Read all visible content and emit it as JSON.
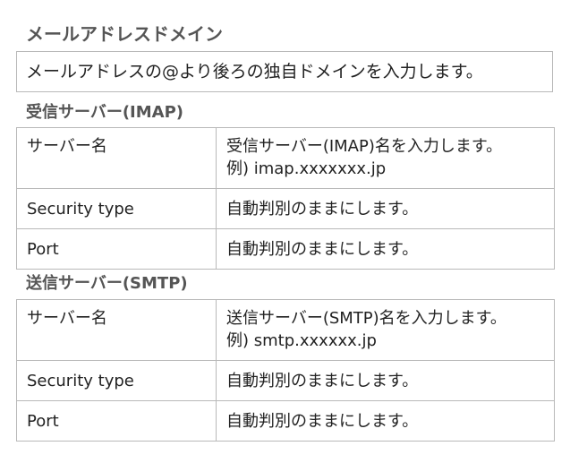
{
  "domain_section": {
    "title": "メールアドレスドメイン",
    "description": "メールアドレスの@より後ろの独自ドメインを入力します。"
  },
  "imap_section": {
    "title": "受信サーバー(IMAP)",
    "rows": [
      {
        "label": "サーバー名",
        "value": "受信サーバー(IMAP)名を入力します。",
        "example": "例) imap.xxxxxxx.jp"
      },
      {
        "label": "Security type",
        "value": "自動判別のままにします。"
      },
      {
        "label": "Port",
        "value": "自動判別のままにします。"
      }
    ]
  },
  "smtp_section": {
    "title": "送信サーバー(SMTP)",
    "rows": [
      {
        "label": "サーバー名",
        "value": "送信サーバー(SMTP)名を入力します。",
        "example": "例) smtp.xxxxxx.jp"
      },
      {
        "label": "Security type",
        "value": "自動判別のままにします。"
      },
      {
        "label": "Port",
        "value": "自動判別のままにします。"
      }
    ]
  }
}
